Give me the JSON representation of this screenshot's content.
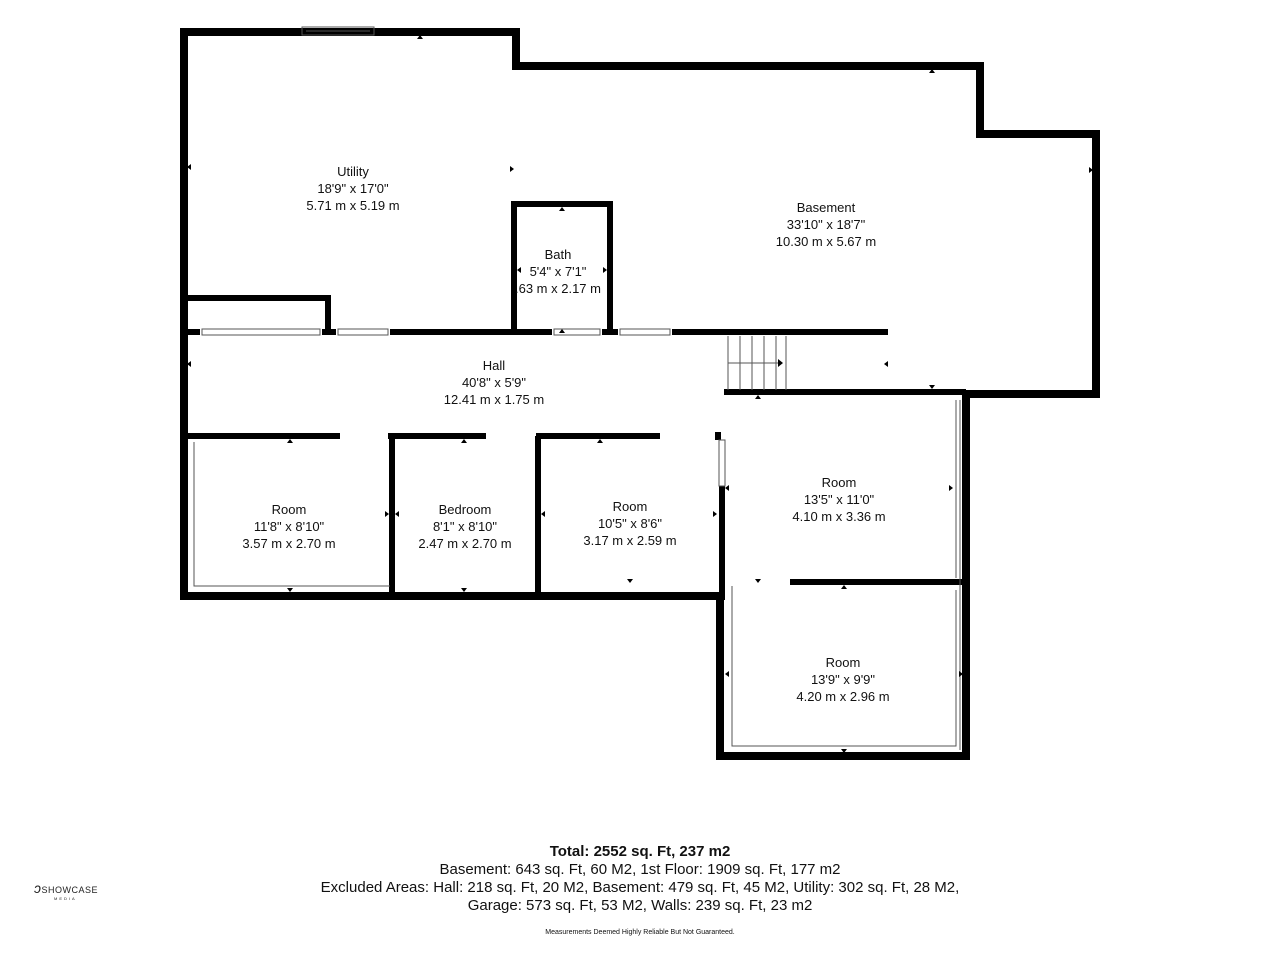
{
  "rooms": [
    {
      "id": "utility",
      "name": "Utility",
      "dim_ft": "18'9\" x 17'0\"",
      "dim_m": "5.71 m x 5.19 m"
    },
    {
      "id": "basement",
      "name": "Basement",
      "dim_ft": "33'10\" x 18'7\"",
      "dim_m": "10.30 m x 5.67 m"
    },
    {
      "id": "bath",
      "name": "Bath",
      "dim_ft": "5'4\" x 7'1\"",
      "dim_m": ".63 m x 2.17 m"
    },
    {
      "id": "hall",
      "name": "Hall",
      "dim_ft": "40'8\" x 5'9\"",
      "dim_m": "12.41 m x 1.75 m"
    },
    {
      "id": "room1",
      "name": "Room",
      "dim_ft": "11'8\" x 8'10\"",
      "dim_m": "3.57 m x 2.70 m"
    },
    {
      "id": "bedroom",
      "name": "Bedroom",
      "dim_ft": "8'1\" x 8'10\"",
      "dim_m": "2.47 m x 2.70 m"
    },
    {
      "id": "room2",
      "name": "Room",
      "dim_ft": "10'5\" x 8'6\"",
      "dim_m": "3.17 m x 2.59 m"
    },
    {
      "id": "room3",
      "name": "Room",
      "dim_ft": "13'5\" x 11'0\"",
      "dim_m": "4.10 m x 3.36 m"
    },
    {
      "id": "room4",
      "name": "Room",
      "dim_ft": "13'9\" x 9'9\"",
      "dim_m": "4.20 m x 2.96 m"
    }
  ],
  "summary": {
    "total": "Total: 2552 sq. Ft, 237 m2",
    "line1": "Basement: 643 sq. Ft, 60 M2, 1st Floor: 1909 sq. Ft, 177 m2",
    "line2": "Excluded Areas: Hall: 218 sq. Ft, 20 M2, Basement: 479 sq. Ft, 45 M2, Utility: 302 sq. Ft, 28 M2,",
    "line3": "Garage: 573 sq. Ft, 53 M2, Walls: 239 sq. Ft, 23 m2",
    "disclaimer": "Measurements Deemed Highly Reliable But Not Guaranteed."
  },
  "logo": {
    "text": "SHOWCASE",
    "sub": "MEDIA"
  },
  "colors": {
    "wall": "#000000",
    "background": "#ffffff",
    "thin_line": "#555555"
  }
}
